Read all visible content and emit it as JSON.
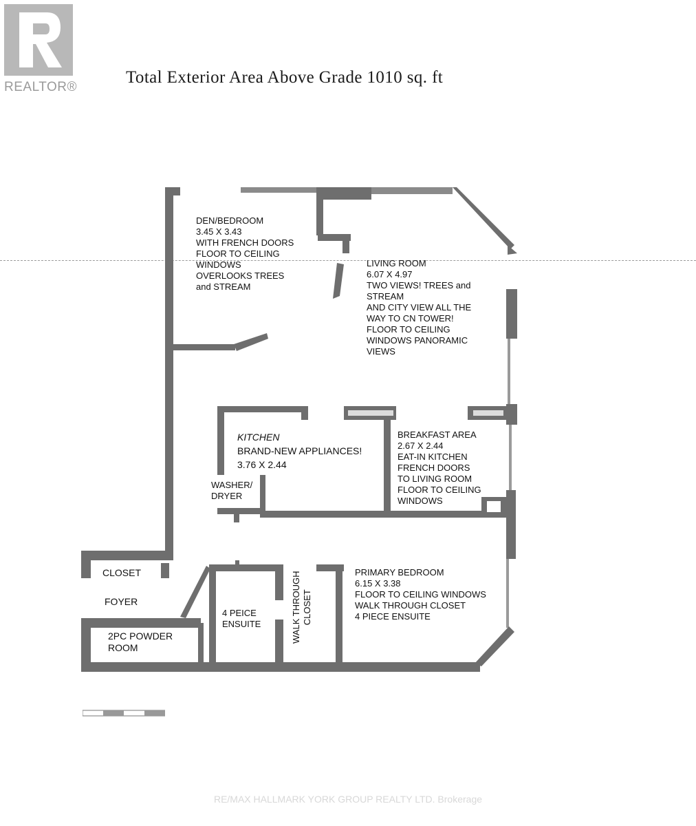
{
  "logo": {
    "text": "REALTOR®"
  },
  "title": "Total Exterior Area Above Grade 1010 sq. ft",
  "rooms": {
    "den": "DEN/BEDROOM\n3.45 X 3.43\nWITH FRENCH DOORS\nFLOOR TO CEILING\nWINDOWS\nOVERLOOKS TREES\nand STREAM",
    "living": "LIVING ROOM\n6.07 X 4.97\nTWO VIEWS! TREES and\nSTREAM\nAND CITY VIEW ALL THE\nWAY TO CN TOWER!\nFLOOR TO CEILING\nWINDOWS PANORAMIC\nVIEWS",
    "kitchen_name": "KITCHEN",
    "kitchen_detail": "BRAND-NEW APPLIANCES!",
    "kitchen_size": "3.76 X 2.44",
    "breakfast": "BREAKFAST AREA\n2.67 X 2.44\nEAT-IN KITCHEN\nFRENCH DOORS\nTO LIVING ROOM\nFLOOR TO CEILING\nWINDOWS",
    "washer": "WASHER/\nDRYER",
    "closet": "CLOSET",
    "foyer": "FOYER",
    "powder": "2PC POWDER\nROOM",
    "ensuite": "4 PEICE\nENSUITE",
    "walk_closet": "WALK THROUGH\nCLOSET",
    "primary": "PRIMARY BEDROOM\n6.15 X 3.38\nFLOOR TO CEILING WINDOWS\nWALK THROUGH CLOSET\n4 PIECE ENSUITE"
  },
  "footer": "RE/MAX HALLMARK YORK GROUP REALTY LTD. Brokerage",
  "colors": {
    "wall": "#6e6e6e",
    "logo": "#b8b8b8"
  }
}
